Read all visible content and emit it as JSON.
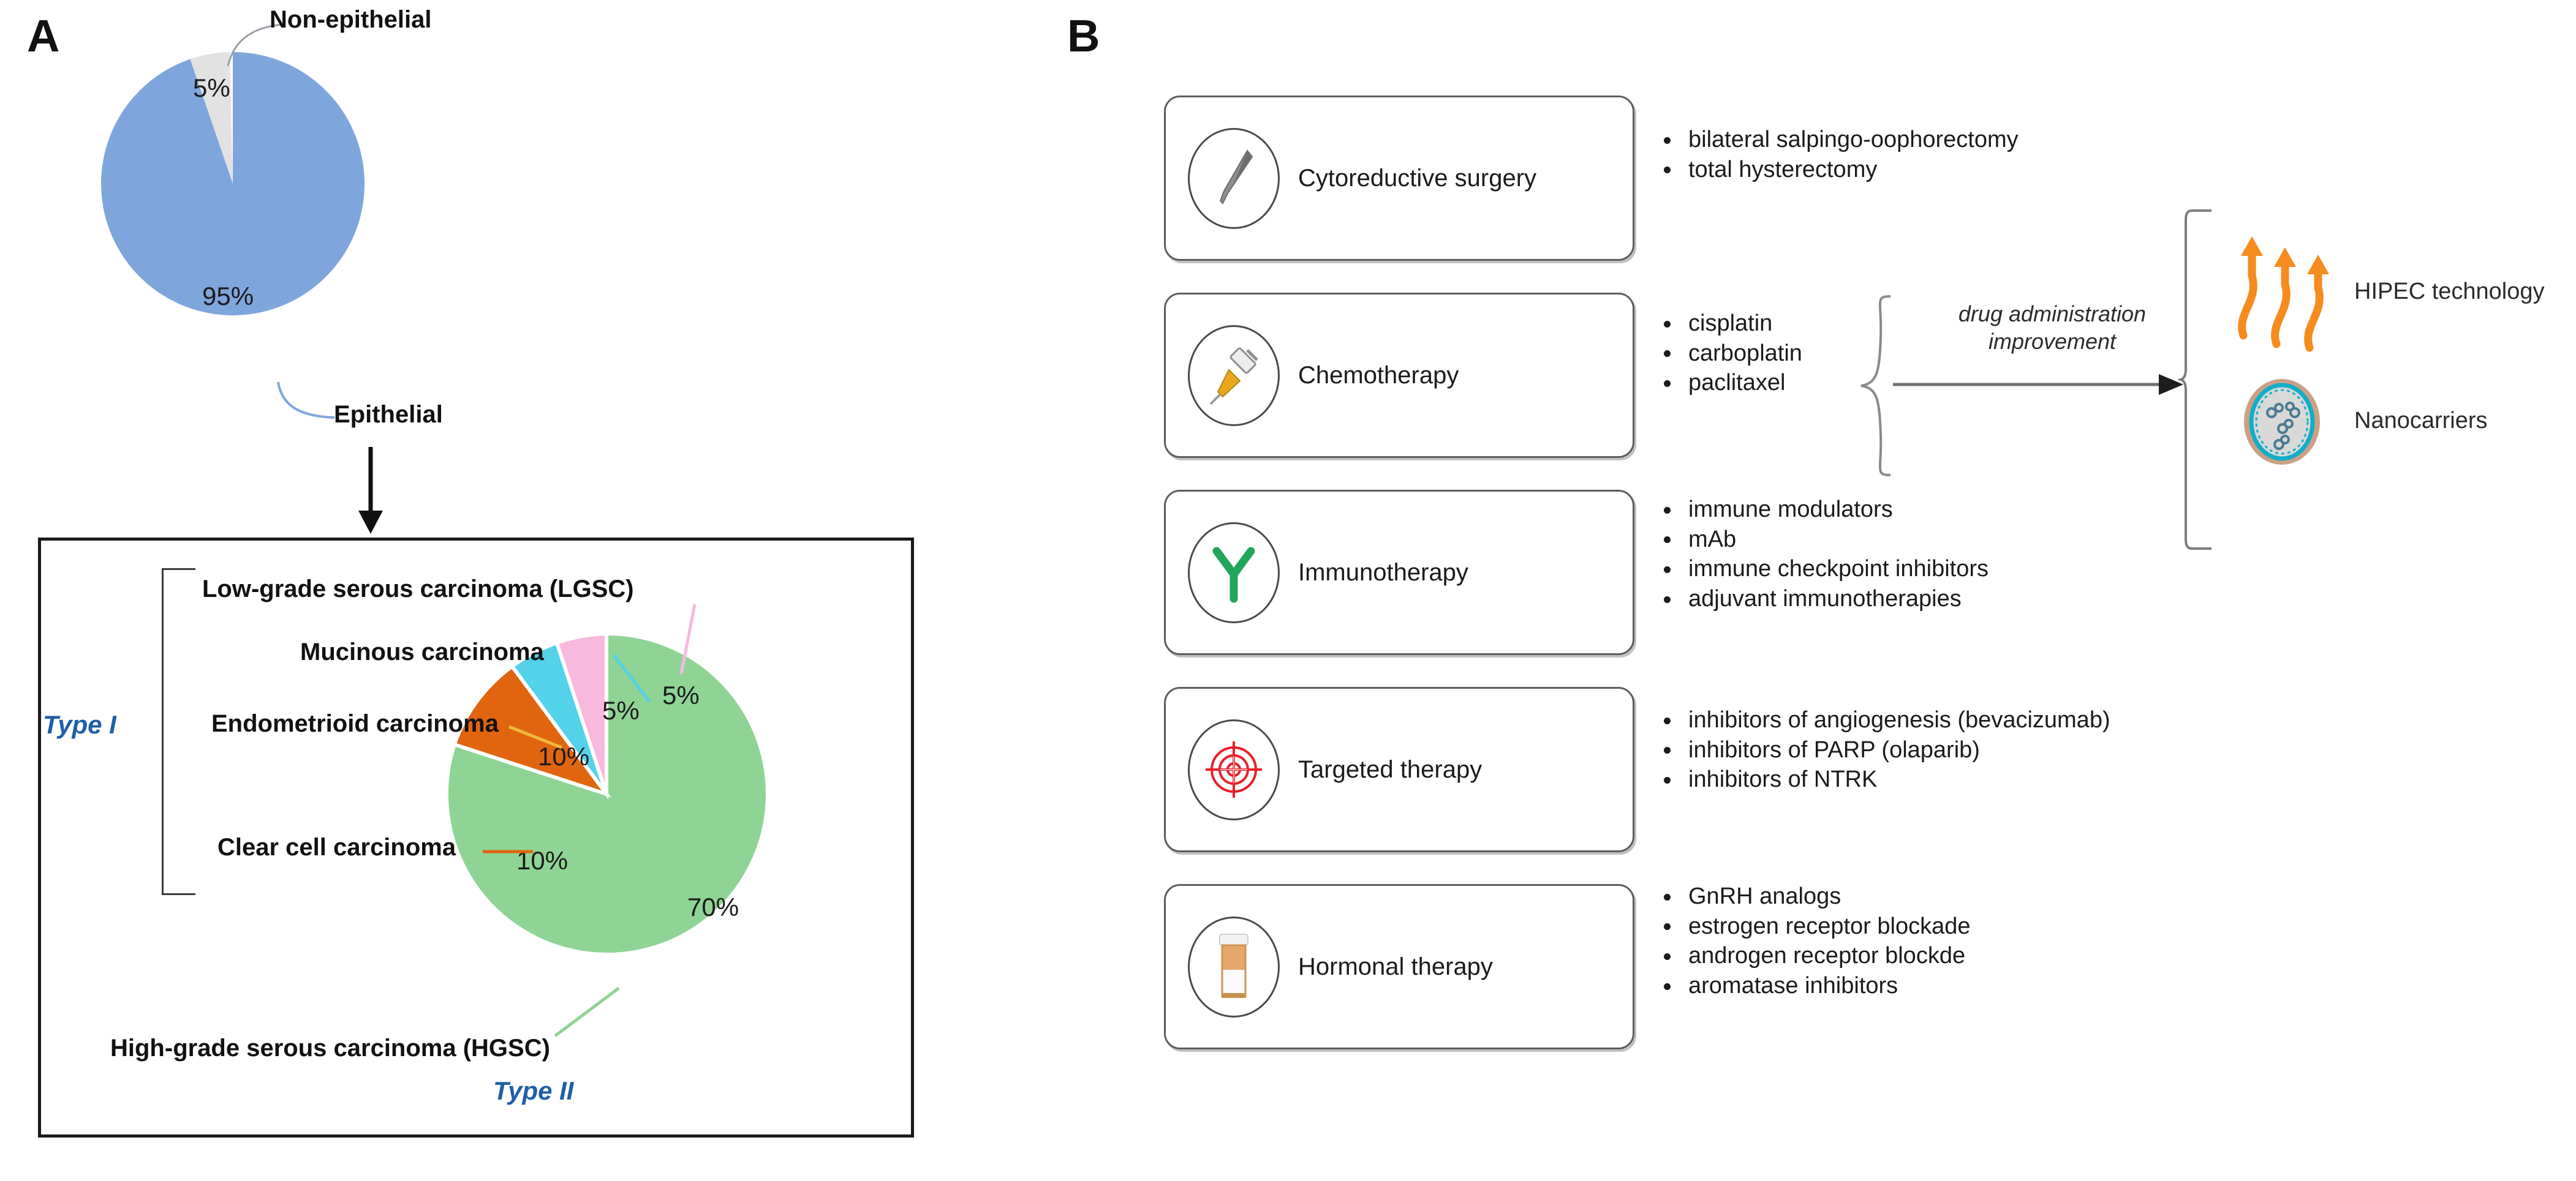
{
  "panels": {
    "a_letter": "A",
    "b_letter": "B"
  },
  "chart_data": [
    {
      "type": "pie",
      "id": "ovarian-cancer-histology",
      "title": "",
      "categories": [
        "Epithelial",
        "Non-epithelial"
      ],
      "values": [
        95,
        5
      ],
      "value_labels": [
        "95%",
        "5%"
      ],
      "colors": [
        "#7FA6DC",
        "#E2E2E2"
      ],
      "legend": "callout-labels",
      "annotations": [
        "Epithelial",
        "Non-epithelial"
      ]
    },
    {
      "type": "pie",
      "id": "epithelial-ovarian-cancer-subtypes",
      "title": "",
      "categories": [
        "High-grade serous carcinoma (HGSC)",
        "Clear cell carcinoma",
        "Endometrioid carcinoma",
        "Mucinous carcinoma",
        "Low-grade serous carcinoma (LGSC)"
      ],
      "values": [
        70,
        10,
        10,
        5,
        5
      ],
      "value_labels": [
        "70%",
        "10%",
        "10%",
        "5%",
        "5%"
      ],
      "colors": [
        "#8FD494",
        "#E0650E",
        "#FCDD9B",
        "#53D2E9",
        "#F7B9DE"
      ],
      "groups": [
        {
          "name": "Type I",
          "members": [
            "Low-grade serous carcinoma (LGSC)",
            "Mucinous carcinoma",
            "Endometrioid carcinoma",
            "Clear cell carcinoma"
          ]
        },
        {
          "name": "Type II",
          "members": [
            "High-grade serous carcinoma (HGSC)"
          ]
        }
      ]
    }
  ],
  "pie_top": {
    "slice_epithelial_pct": "95%",
    "slice_nonepithelial_pct": "5%",
    "label_epithelial": "Epithelial",
    "label_nonepithelial": "Non-epithelial"
  },
  "pie_bottom": {
    "type_i": "Type I",
    "type_ii": "Type II",
    "label_lgsc": "Low-grade serous carcinoma (LGSC)",
    "label_mucinous": "Mucinous carcinoma",
    "label_endometrioid": "Endometrioid carcinoma",
    "label_clearcell": "Clear cell carcinoma",
    "label_hgsc": "High-grade serous carcinoma (HGSC)",
    "pct_hgsc": "70%",
    "pct_clearcell": "10%",
    "pct_endometrioid": "10%",
    "pct_mucinous": "5%",
    "pct_lgsc": "5%"
  },
  "treatments": [
    {
      "title": "Cytoreductive surgery",
      "icon": "scalpel-icon",
      "bullets": [
        "bilateral salpingo-oophorectomy",
        "total hysterectomy"
      ]
    },
    {
      "title": "Chemotherapy",
      "icon": "syringe-icon",
      "bullets": [
        "cisplatin",
        "carboplatin",
        "paclitaxel"
      ]
    },
    {
      "title": "Immunotherapy",
      "icon": "antibody-icon",
      "bullets": [
        "immune modulators",
        "mAb",
        "immune checkpoint inhibitors",
        "adjuvant immunotherapies"
      ]
    },
    {
      "title": "Targeted therapy",
      "icon": "crosshair-target-icon",
      "bullets": [
        "inhibitors of angiogenesis (bevacizumab)",
        "inhibitors of PARP (olaparib)",
        "inhibitors of NTRK"
      ]
    },
    {
      "title": "Hormonal therapy",
      "icon": "pill-bottle-icon",
      "bullets": [
        "GnRH analogs",
        "estrogen receptor blockade",
        "androgen receptor blockde",
        "aromatase inhibitors"
      ]
    }
  ],
  "flow": {
    "arrow_label_line1": "drug administration",
    "arrow_label_line2": "improvement",
    "target_hipec": "HIPEC technology",
    "target_nanocarriers": "Nanocarriers"
  },
  "colors": {
    "epithelial_blue": "#7FA6DC",
    "nonepithelial_gray": "#E2E2E2",
    "hgsc_green": "#8FD494",
    "clearcell_orange": "#E0650E",
    "endometrioid_yellow": "#FCDD9B",
    "mucinous_cyan": "#53D2E9",
    "lgsc_pink": "#F7B9DE",
    "type_label_blue": "#1F5FA8",
    "hipec_orange": "#F68B1F",
    "antibody_green": "#22A55B",
    "target_red": "#E8202A"
  }
}
